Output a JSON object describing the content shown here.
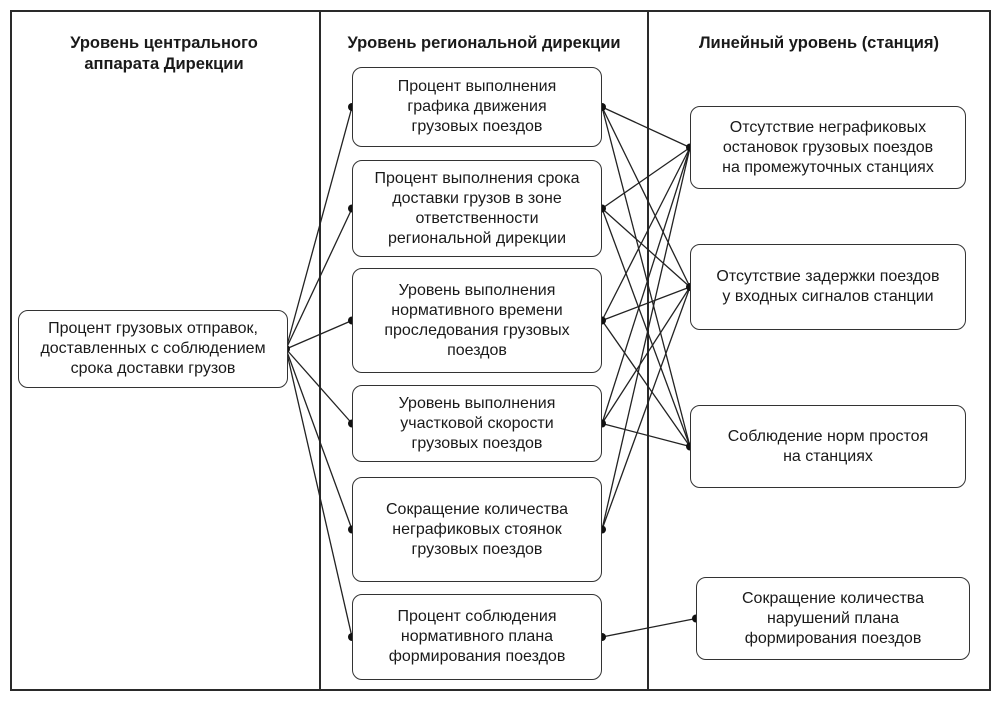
{
  "columns": {
    "central": "Уровень центрального\nаппарата Дирекции",
    "regional": "Уровень региональной дирекции",
    "linear": "Линейный уровень (станция)"
  },
  "central_box": "Процент грузовых отправок,\nдоставленных с соблюдением\nсрока доставки грузов",
  "regional_boxes": [
    "Процент выполнения\nграфика движения\nгрузовых поездов",
    "Процент выполнения срока\nдоставки грузов в зоне\nответственности\nрегиональной дирекции",
    "Уровень выполнения\nнормативного времени\nпроследования грузовых\nпоездов",
    "Уровень выполнения\nучастковой скорости\nгрузовых поездов",
    "Сокращение количества\nнеграфиковых стоянок\nгрузовых поездов",
    "Процент соблюдения\nнормативного плана\nформирования поездов"
  ],
  "linear_boxes": [
    "Отсутствие неграфиковых\nостановок грузовых поездов\nна промежуточных станциях",
    "Отсутствие задержки поездов\nу входных  сигналов станции",
    "Соблюдение норм простоя\nна станциях",
    "Сокращение количества\nнарушений плана\nформирования поездов"
  ],
  "links": [
    [
      0,
      0
    ],
    [
      0,
      1
    ],
    [
      0,
      2
    ],
    [
      1,
      0
    ],
    [
      1,
      1
    ],
    [
      1,
      2
    ],
    [
      2,
      0
    ],
    [
      2,
      1
    ],
    [
      2,
      2
    ],
    [
      3,
      0
    ],
    [
      3,
      1
    ],
    [
      3,
      2
    ],
    [
      4,
      0
    ],
    [
      4,
      1
    ],
    [
      5,
      3
    ]
  ]
}
